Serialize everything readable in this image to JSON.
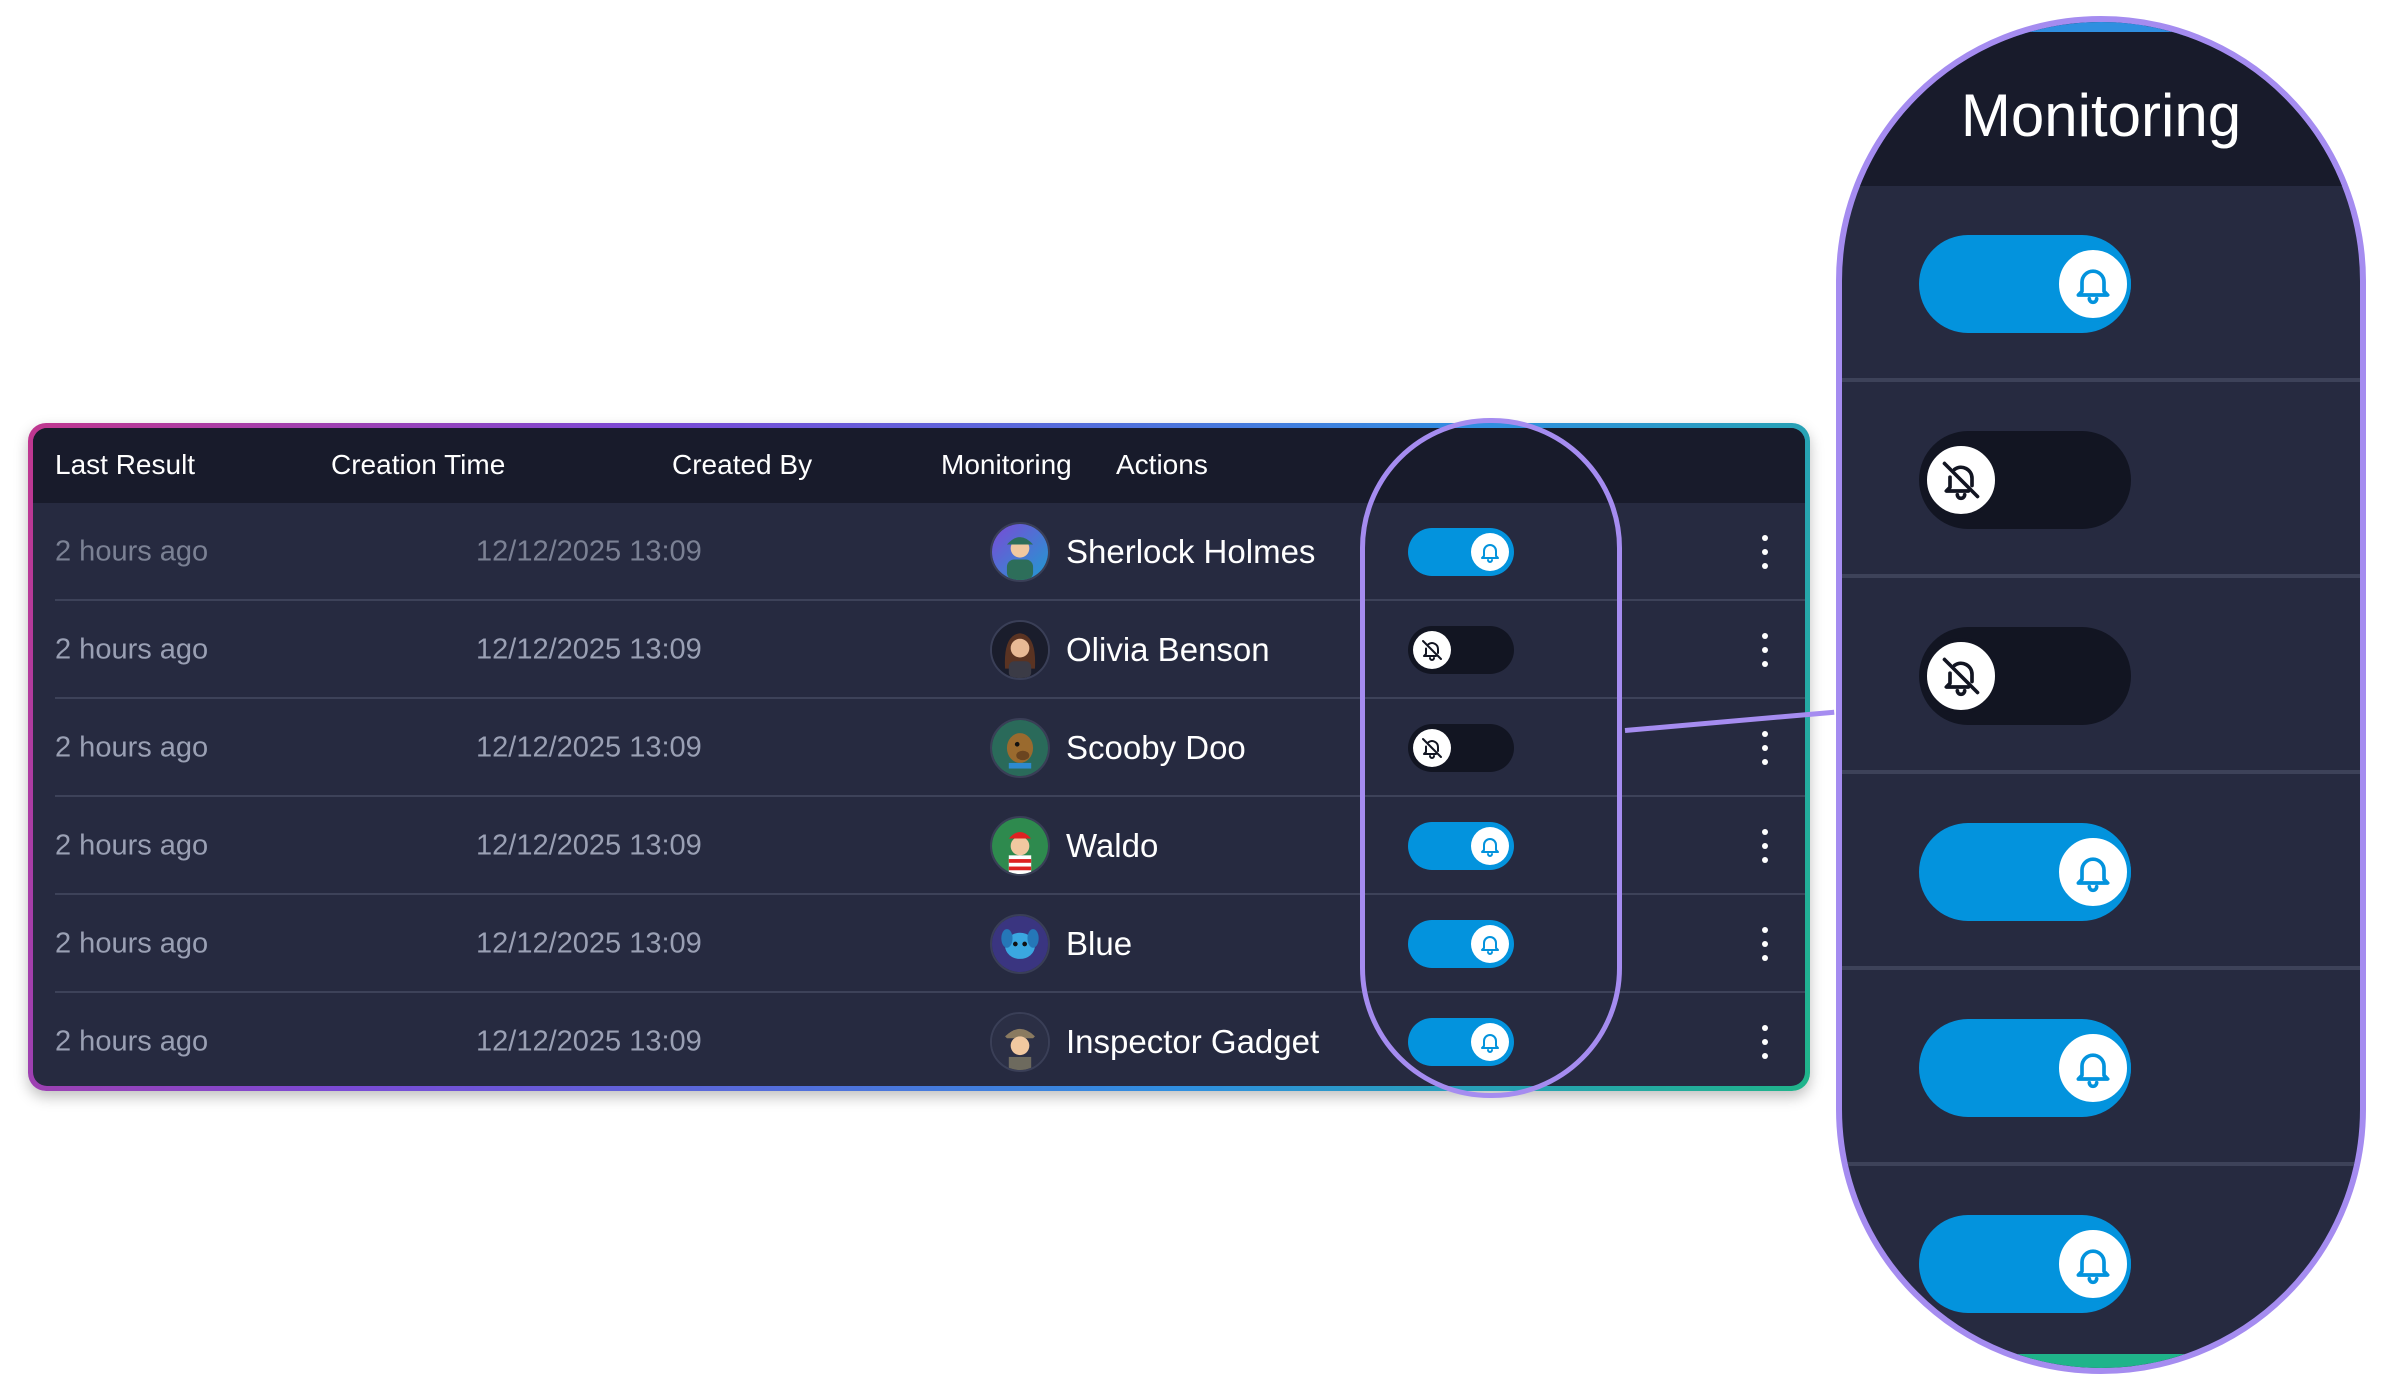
{
  "table": {
    "columns": {
      "last_result": "Last Result",
      "creation_time": "Creation Time",
      "created_by": "Created By",
      "monitoring": "Monitoring",
      "actions": "Actions"
    },
    "rows": [
      {
        "last_result": "2 hours ago",
        "creation_time": "12/12/2025 13:09",
        "created_by": "Sherlock Holmes",
        "avatar": "sherlock-avatar",
        "monitoring": true
      },
      {
        "last_result": "2 hours ago",
        "creation_time": "12/12/2025 13:09",
        "created_by": "Olivia Benson",
        "avatar": "olivia-avatar",
        "monitoring": false
      },
      {
        "last_result": "2 hours ago",
        "creation_time": "12/12/2025 13:09",
        "created_by": "Scooby Doo",
        "avatar": "scooby-avatar",
        "monitoring": false
      },
      {
        "last_result": "2 hours ago",
        "creation_time": "12/12/2025 13:09",
        "created_by": "Waldo",
        "avatar": "waldo-avatar",
        "monitoring": true
      },
      {
        "last_result": "2 hours ago",
        "creation_time": "12/12/2025 13:09",
        "created_by": "Blue",
        "avatar": "blue-avatar",
        "monitoring": true
      },
      {
        "last_result": "2 hours ago",
        "creation_time": "12/12/2025 13:09",
        "created_by": "Inspector Gadget",
        "avatar": "gadget-avatar",
        "monitoring": true
      }
    ]
  },
  "zoom_panel": {
    "title": "Monitoring",
    "toggles": [
      true,
      false,
      false,
      true,
      true,
      true
    ]
  },
  "icons": {
    "toggle_on": "bell-icon",
    "toggle_off": "bell-off-icon",
    "actions": "more-vertical-icon"
  },
  "colors": {
    "header_bg": "#181b2b",
    "body_bg": "#262a40",
    "toggle_on": "#0393dd",
    "toggle_off": "#121522",
    "highlight": "#a58cf0"
  }
}
